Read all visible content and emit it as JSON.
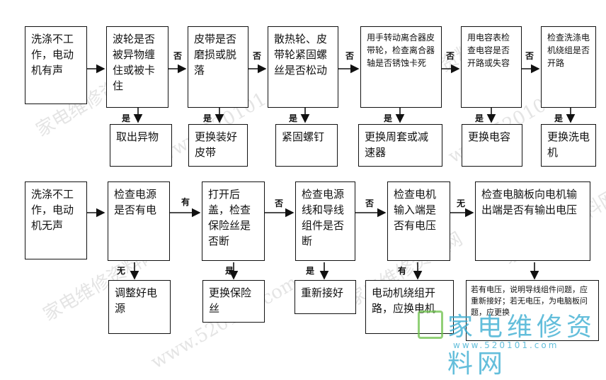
{
  "row1": {
    "b1": "洗涤不工作，电动机有声",
    "b2": "波轮是否被异物缠住或被卡住",
    "b3": "皮带是否磨损或脱落",
    "b4": "散热轮、皮带轮紧固螺丝是否松动",
    "b5": "用手转动离合器皮带轮，检查离合器轴是否锈蚀卡死",
    "b6": "用电容表检查电容是否开路或失容",
    "b7": "检查洗涤电机绕组是否开路",
    "r1": "取出异物",
    "r2": "更换装好皮带",
    "r3": "紧固螺钉",
    "r4": "更换周套或减速器",
    "r5": "更换电容",
    "r6": "更换洗电机"
  },
  "row2": {
    "b1": "洗涤不工作，电动机无声",
    "b2": "检查电源是否有电",
    "b3": "打开后盖，检查保险丝是否断",
    "b4": "检查电源线和导线组件是否断",
    "b5": "检查电机输入端是否有电压",
    "b6": "检查电脑板向电机输出端是否有输出电压",
    "r1": "调整好电源",
    "r2": "更换保险丝",
    "r3": "重新接好",
    "r4": "电动机绕组开路，应换电机",
    "r5": "若有电压，说明导线组件问题，应重新接好；若无电压，为电脑板问题，应更换"
  },
  "labels": {
    "yes": "是",
    "no": "否",
    "have": "有",
    "none": "无"
  },
  "watermark": {
    "text1": "家电维修资料网",
    "text2": "www.520101.com",
    "logo_text": "家电维修资料网",
    "logo_url": "www.520101.com"
  }
}
